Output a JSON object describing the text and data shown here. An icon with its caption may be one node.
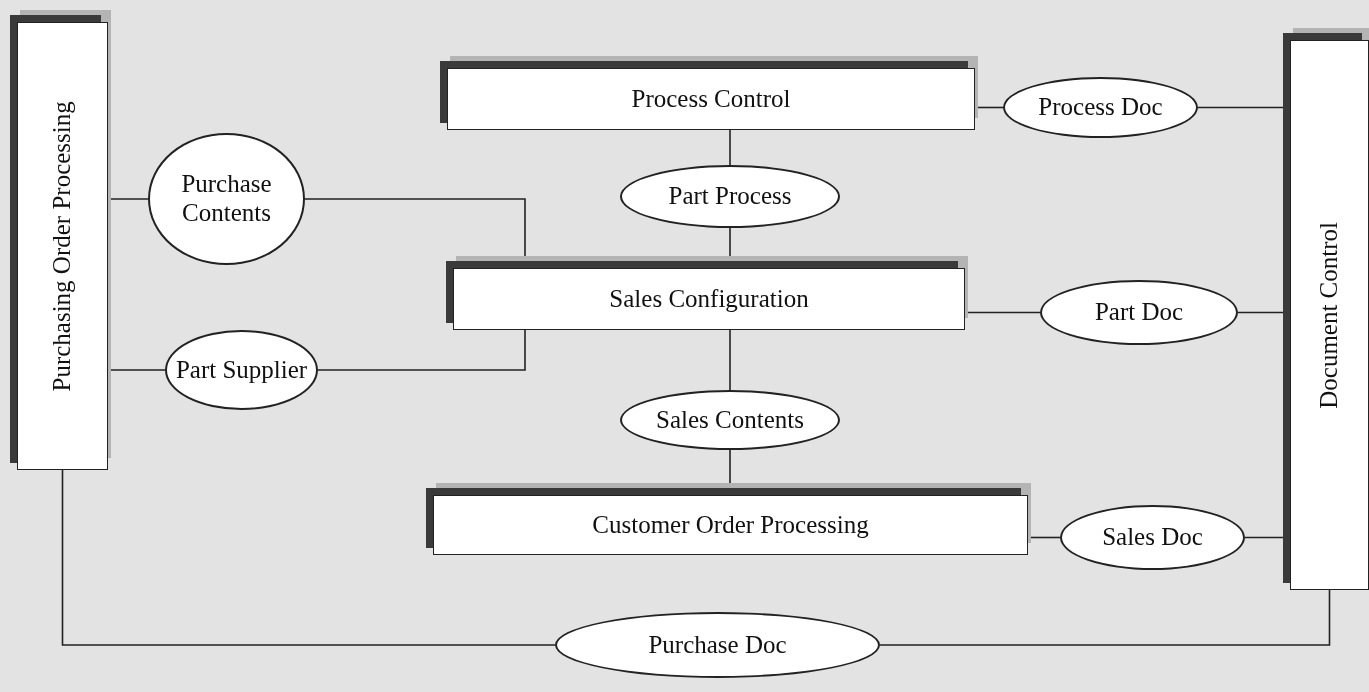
{
  "diagram": {
    "nodes": [
      {
        "text": [
          "Purchasing Order Processing"
        ]
      },
      {
        "text": [
          "Purchase Contents"
        ]
      },
      {
        "text": [
          "Process Control"
        ]
      },
      {
        "text": [
          "Process Doc"
        ]
      },
      {
        "text": [
          "Part Process"
        ]
      },
      {
        "text": [
          "Sales Configuration"
        ]
      },
      {
        "text": [
          "Part Doc"
        ]
      },
      {
        "text": [
          "Part Supplier"
        ]
      },
      {
        "text": [
          "Sales Contents"
        ]
      },
      {
        "text": [
          "Customer Order Processing"
        ]
      },
      {
        "text": [
          "Sales Doc"
        ]
      },
      {
        "text": [
          "Document Control"
        ]
      },
      {
        "text": [
          "Purchase Doc"
        ]
      }
    ],
    "edges": [
      {
        "from": 0,
        "to": 1,
        "arrow": "none"
      },
      {
        "from": 1,
        "to": 5,
        "arrow": "none"
      },
      {
        "from": 2,
        "to": 3,
        "arrow": "none"
      },
      {
        "from": 3,
        "to": 11,
        "arrow": "none"
      },
      {
        "from": 2,
        "to": 4,
        "arrow": "none"
      },
      {
        "from": 4,
        "to": 5,
        "arrow": "none"
      },
      {
        "from": 5,
        "to": 6,
        "arrow": "none"
      },
      {
        "from": 6,
        "to": 11,
        "arrow": "none"
      },
      {
        "from": 0,
        "to": 7,
        "arrow": "none"
      },
      {
        "from": 7,
        "to": 5,
        "arrow": "none"
      },
      {
        "from": 5,
        "to": 8,
        "arrow": "none"
      },
      {
        "from": 8,
        "to": 9,
        "arrow": "none"
      },
      {
        "from": 9,
        "to": 10,
        "arrow": "none"
      },
      {
        "from": 10,
        "to": 11,
        "arrow": "none"
      },
      {
        "from": 0,
        "to": 12,
        "arrow": "none"
      },
      {
        "from": 12,
        "to": 11,
        "arrow": "none"
      }
    ]
  }
}
